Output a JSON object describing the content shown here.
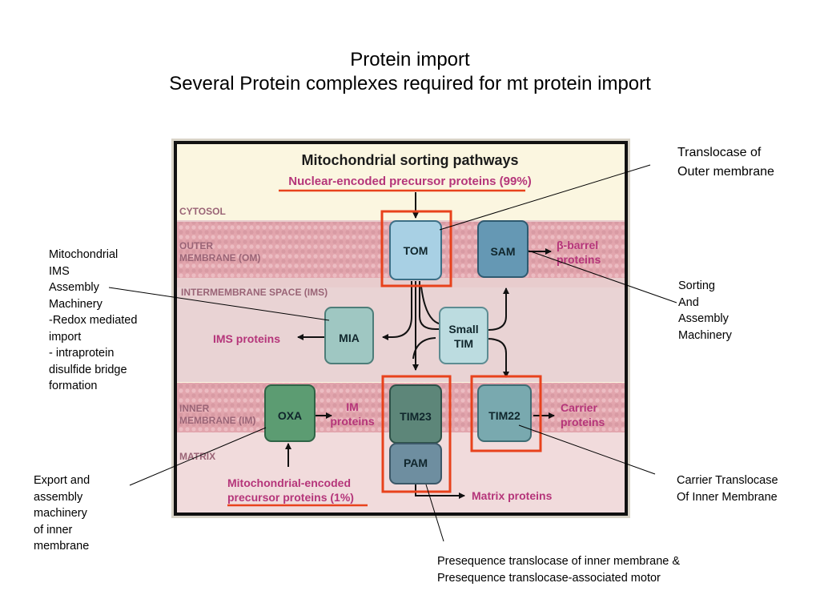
{
  "slide": {
    "title_line1": "Protein import",
    "title_line2": "Several Protein complexes required for mt protein import"
  },
  "figure": {
    "title": "Mitochondrial sorting pathways",
    "nuclear_label": "Nuclear-encoded precursor proteins (99%)",
    "zones": {
      "cytosol": "CYTOSOL",
      "outer_line1": "OUTER",
      "outer_line2": "MEMBRANE (OM)",
      "ims": "INTERMEMBRANE SPACE (IMS)",
      "inner_line1": "INNER",
      "inner_line2": "MEMBRANE (IM)",
      "matrix": "MATRIX"
    },
    "complexes": {
      "tom": "TOM",
      "sam": "SAM",
      "mia": "MIA",
      "small_tim_line1": "Small",
      "small_tim_line2": "TIM",
      "oxa": "OXA",
      "tim23": "TIM23",
      "pam": "PAM",
      "tim22": "TIM22"
    },
    "outputs": {
      "beta_barrel_line1": "β-barrel",
      "beta_barrel_line2": "proteins",
      "ims_proteins": "IMS proteins",
      "im_proteins_line1": "IM",
      "im_proteins_line2": "proteins",
      "carrier_line1": "Carrier",
      "carrier_line2": "proteins",
      "matrix_proteins": "Matrix proteins"
    },
    "mito_label_line1": "Mitochondrial-encoded",
    "mito_label_line2": "precursor proteins (1%)"
  },
  "callouts": {
    "tom": "Translocase of\nOuter membrane",
    "sam": "Sorting\nAnd\nAssembly\nMachinery",
    "mia": "Mitochondrial\nIMS\nAssembly\nMachinery\n-Redox mediated\nimport\n- intraprotein\ndisulfide bridge\nformation",
    "oxa": "Export and\nassembly\nmachinery\nof inner\nmembrane",
    "tim22": "Carrier Translocase\nOf Inner Membrane",
    "tim23": "Presequence translocase of inner membrane &\nPresequence translocase-associated motor"
  },
  "colors": {
    "highlight_box": "#e8421c",
    "membrane": "#e2a5ad",
    "ims_background": "#e8cccd",
    "label_magenta": "#b5357a"
  }
}
